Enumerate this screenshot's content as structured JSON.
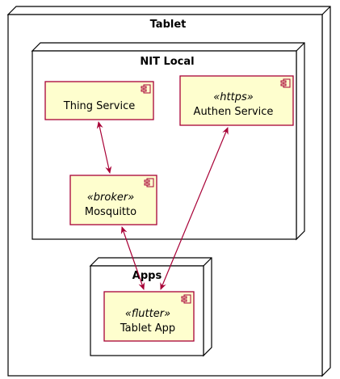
{
  "diagram": {
    "colors": {
      "node_fill": "#ffffff",
      "node_stroke": "#000000",
      "component_fill": "#fefece",
      "component_stroke": "#a80036",
      "arrow": "#a80036"
    },
    "nodes": {
      "tablet": {
        "title": "Tablet"
      },
      "nit_local": {
        "title": "NIT Local"
      },
      "apps": {
        "title": "Apps"
      }
    },
    "components": {
      "thing_service": {
        "label": "Thing Service"
      },
      "authen_service": {
        "stereotype": "«https»",
        "label": "Authen Service"
      },
      "mosquitto": {
        "stereotype": "«broker»",
        "label": "Mosquitto"
      },
      "tablet_app": {
        "stereotype": "«flutter»",
        "label": "Tablet App"
      }
    },
    "connections": [
      {
        "from": "Thing Service",
        "to": "Mosquitto",
        "direction": "both"
      },
      {
        "from": "Mosquitto",
        "to": "Tablet App",
        "direction": "both"
      },
      {
        "from": "Authen Service",
        "to": "Tablet App",
        "direction": "both"
      }
    ]
  }
}
